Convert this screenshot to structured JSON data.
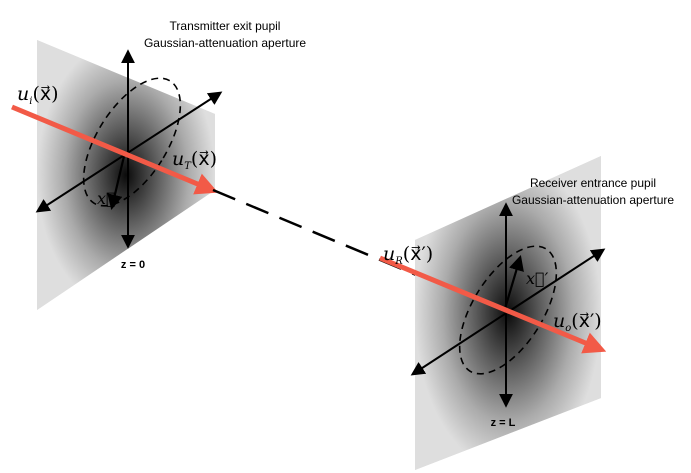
{
  "transmitter": {
    "title_line1": "Transmitter exit pupil",
    "title_line2": "Gaussian-attenuation aperture",
    "plane_label": "z = 0",
    "field_in": "u",
    "field_in_sub": "i",
    "field_in_arg": "(x⃗)",
    "field_out": "u",
    "field_out_sub": "T",
    "field_out_arg": "(x⃗)",
    "coord_label": "x⃗"
  },
  "receiver": {
    "title_line1": "Receiver entrance pupil",
    "title_line2": "Gaussian-attenuation aperture",
    "plane_label": "z = L",
    "field_in": "u",
    "field_in_sub": "R",
    "field_in_arg": "(x⃗′)",
    "field_out": "u",
    "field_out_sub": "o",
    "field_out_arg": "(x⃗′)",
    "coord_label": "x⃗′"
  },
  "colors": {
    "beam": "#f25a47",
    "axis": "#000000",
    "plane_edge": "#dcdcdc",
    "plane_center": "#000000"
  }
}
